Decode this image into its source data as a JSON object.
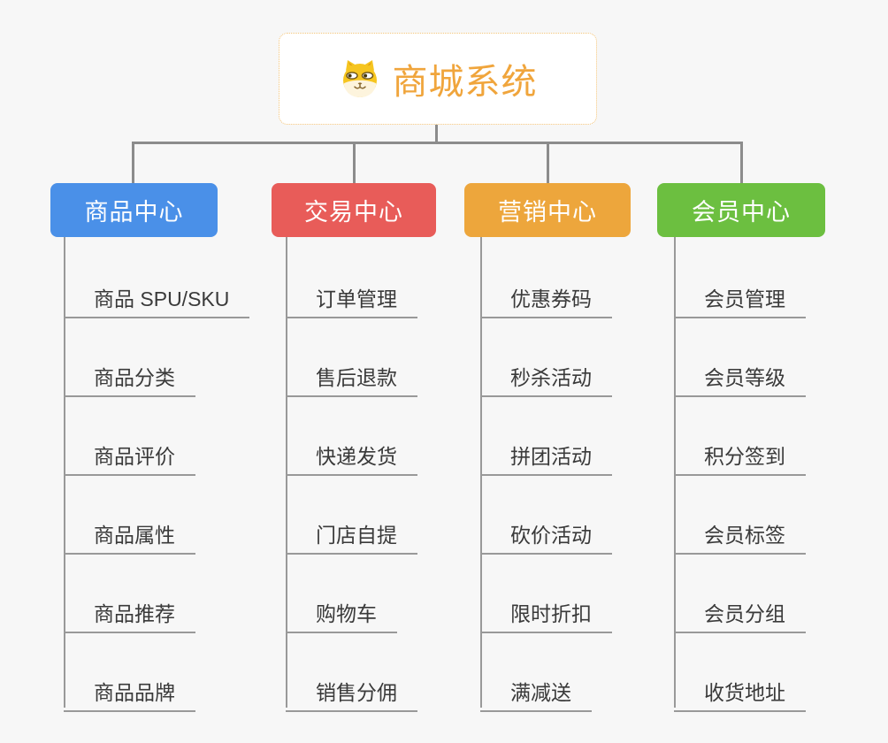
{
  "root": {
    "title": "商城系统",
    "icon": "dog-face-icon"
  },
  "branches": [
    {
      "label": "商品中心",
      "color": "#4a90e8",
      "items": [
        "商品 SPU/SKU",
        "商品分类",
        "商品评价",
        "商品属性",
        "商品推荐",
        "商品品牌"
      ]
    },
    {
      "label": "交易中心",
      "color": "#e85c59",
      "items": [
        "订单管理",
        "售后退款",
        "快递发货",
        "门店自提",
        "购物车",
        "销售分佣"
      ]
    },
    {
      "label": "营销中心",
      "color": "#eda63c",
      "items": [
        "优惠券码",
        "秒杀活动",
        "拼团活动",
        "砍价活动",
        "限时折扣",
        "满减送"
      ]
    },
    {
      "label": "会员中心",
      "color": "#6cbf40",
      "items": [
        "会员管理",
        "会员等级",
        "积分签到",
        "会员标签",
        "会员分组",
        "收货地址"
      ]
    }
  ],
  "colors": {
    "background": "#f7f7f7",
    "root_title": "#f0a53c",
    "root_border": "#f3c478",
    "connector": "#8c8c8c",
    "leaf_line": "#999999",
    "leaf_text": "#3a3a3a"
  }
}
